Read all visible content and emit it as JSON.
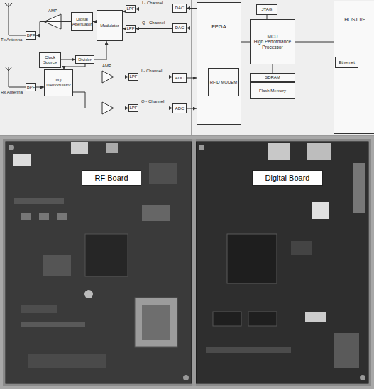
{
  "diagram": {
    "nodes": [
      {
        "text": [
          "BPF"
        ]
      },
      {
        "text": [
          "Digital Attenuator"
        ]
      },
      {
        "text": [
          "Modulator"
        ]
      },
      {
        "text": [
          "LPF"
        ]
      },
      {
        "text": [
          "DAC"
        ]
      },
      {
        "text": [
          "LPF"
        ]
      },
      {
        "text": [
          "DAC"
        ]
      },
      {
        "text": [
          "Clock Source"
        ]
      },
      {
        "text": [
          "Divider"
        ]
      },
      {
        "text": [
          "BPF"
        ]
      },
      {
        "text": [
          "I/Q Demodulator"
        ]
      },
      {
        "text": [
          "LPF"
        ]
      },
      {
        "text": [
          "ADC"
        ]
      },
      {
        "text": [
          "LPF"
        ]
      },
      {
        "text": [
          "ADC"
        ]
      },
      {
        "text": [
          "FPGA"
        ]
      },
      {
        "text": [
          "RFID MODEM"
        ],
        "in": 15
      },
      {
        "text": [
          "JTAG"
        ]
      },
      {
        "text": [
          "MCU",
          "High Performance Processor"
        ]
      },
      {
        "text": [
          "SDRAM"
        ]
      },
      {
        "text": [
          "Flash Memory"
        ]
      },
      {
        "text": [
          "HOST I/F"
        ]
      },
      {
        "text": [
          "Ethernet"
        ],
        "in": 21
      },
      {
        "text": [
          "RF Board"
        ]
      },
      {
        "text": [
          "Digital Board"
        ]
      }
    ],
    "edges": [
      {
        "from": 4,
        "to": 3,
        "arrow": "to"
      },
      {
        "from": 6,
        "to": 5,
        "arrow": "to"
      },
      {
        "from": 3,
        "to": 2,
        "arrow": "to"
      },
      {
        "from": 5,
        "to": 2,
        "arrow": "to"
      },
      {
        "from": 2,
        "to": 1,
        "arrow": "to"
      },
      {
        "from": 1,
        "to": 0,
        "arrow": "to"
      },
      {
        "from": 7,
        "to": 8,
        "arrow": "to"
      },
      {
        "from": 8,
        "to": 2,
        "arrow": "to"
      },
      {
        "from": 8,
        "to": 10,
        "arrow": "to"
      },
      {
        "from": 9,
        "to": 10,
        "arrow": "to"
      },
      {
        "from": 10,
        "to": 11,
        "arrow": "to"
      },
      {
        "from": 10,
        "to": 13,
        "arrow": "to"
      },
      {
        "from": 11,
        "to": 12,
        "arrow": "to"
      },
      {
        "from": 13,
        "to": 14,
        "arrow": "to"
      },
      {
        "from": 12,
        "to": 15,
        "arrow": "to"
      },
      {
        "from": 14,
        "to": 15,
        "arrow": "to"
      },
      {
        "from": 15,
        "to": 4,
        "arrow": "to"
      },
      {
        "from": 15,
        "to": 6,
        "arrow": "to"
      },
      {
        "from": 17,
        "to": 18,
        "arrow": "none"
      },
      {
        "from": 18,
        "to": 19,
        "arrow": "none"
      },
      {
        "from": 15,
        "to": 18,
        "arrow": "none"
      },
      {
        "from": 18,
        "to": 21,
        "arrow": "none"
      }
    ],
    "labels": [
      "Tx Antenna",
      "AMP",
      "I - Channel",
      "Q - Channel",
      "Rx Antenna",
      "AMP",
      "I - Channel",
      "Q - Channel"
    ]
  }
}
